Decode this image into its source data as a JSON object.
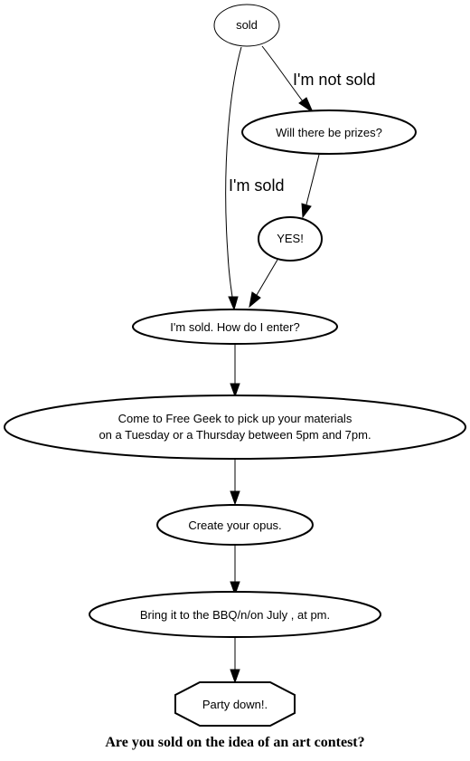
{
  "diagram": {
    "caption": "Are you sold on the idea of an art contest?",
    "nodes": {
      "sold": "sold",
      "prizes": "Will there be prizes?",
      "yes": "YES!",
      "enter": "I'm sold. How do I enter?",
      "come_line1": "Come to Free Geek to pick up your materials",
      "come_line2": "on a Tuesday or a Thursday between 5pm and 7pm.",
      "opus": "Create your opus.",
      "bring": "Bring it to the BBQ/n/on July , at pm.",
      "party": "Party down!."
    },
    "edges": {
      "not_sold": "I'm not sold",
      "im_sold": "I'm sold"
    }
  }
}
